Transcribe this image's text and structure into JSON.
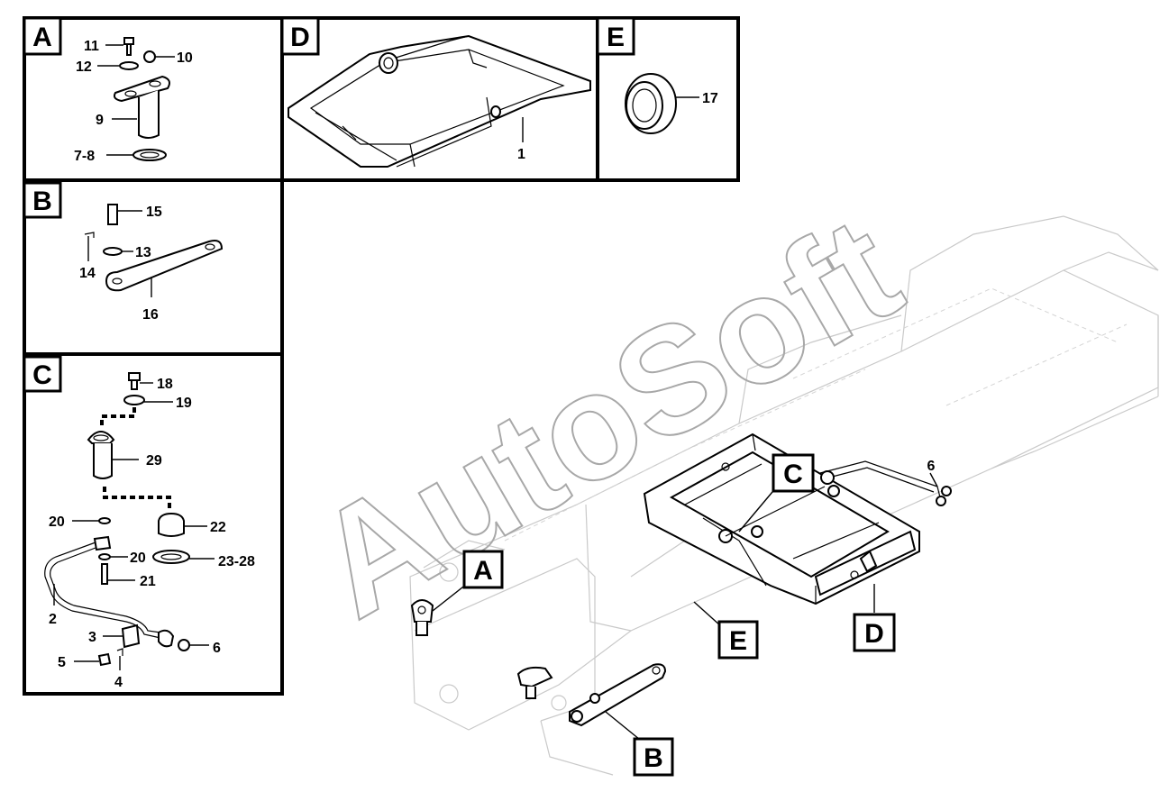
{
  "watermark": "AutoSoft",
  "panels": [
    {
      "id": "A",
      "label": "A",
      "callouts": [
        "11",
        "12",
        "10",
        "9",
        "7-8"
      ]
    },
    {
      "id": "D",
      "label": "D",
      "callouts": [
        "1"
      ]
    },
    {
      "id": "E",
      "label": "E",
      "callouts": [
        "17"
      ]
    },
    {
      "id": "B",
      "label": "B",
      "callouts": [
        "15",
        "14",
        "13",
        "16"
      ]
    },
    {
      "id": "C",
      "label": "C",
      "callouts": [
        "18",
        "19",
        "29",
        "20",
        "22",
        "20",
        "23-28",
        "21",
        "2",
        "3",
        "6",
        "5",
        "4"
      ]
    }
  ],
  "main_tags": [
    "C",
    "6",
    "A",
    "E",
    "D",
    "B"
  ]
}
